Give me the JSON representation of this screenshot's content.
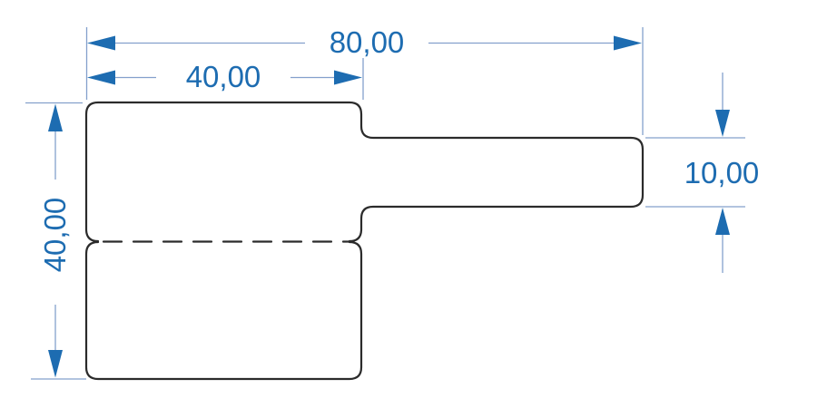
{
  "drawing": {
    "background": "#ffffff",
    "outline_color": "#2b2b2b",
    "accent_color": "#1d6cb1",
    "thin_line_color": "#84a0cc",
    "labels": {
      "total_width": "80,00",
      "body_width": "40,00",
      "body_height": "40,00",
      "tail_height": "10,00"
    }
  }
}
